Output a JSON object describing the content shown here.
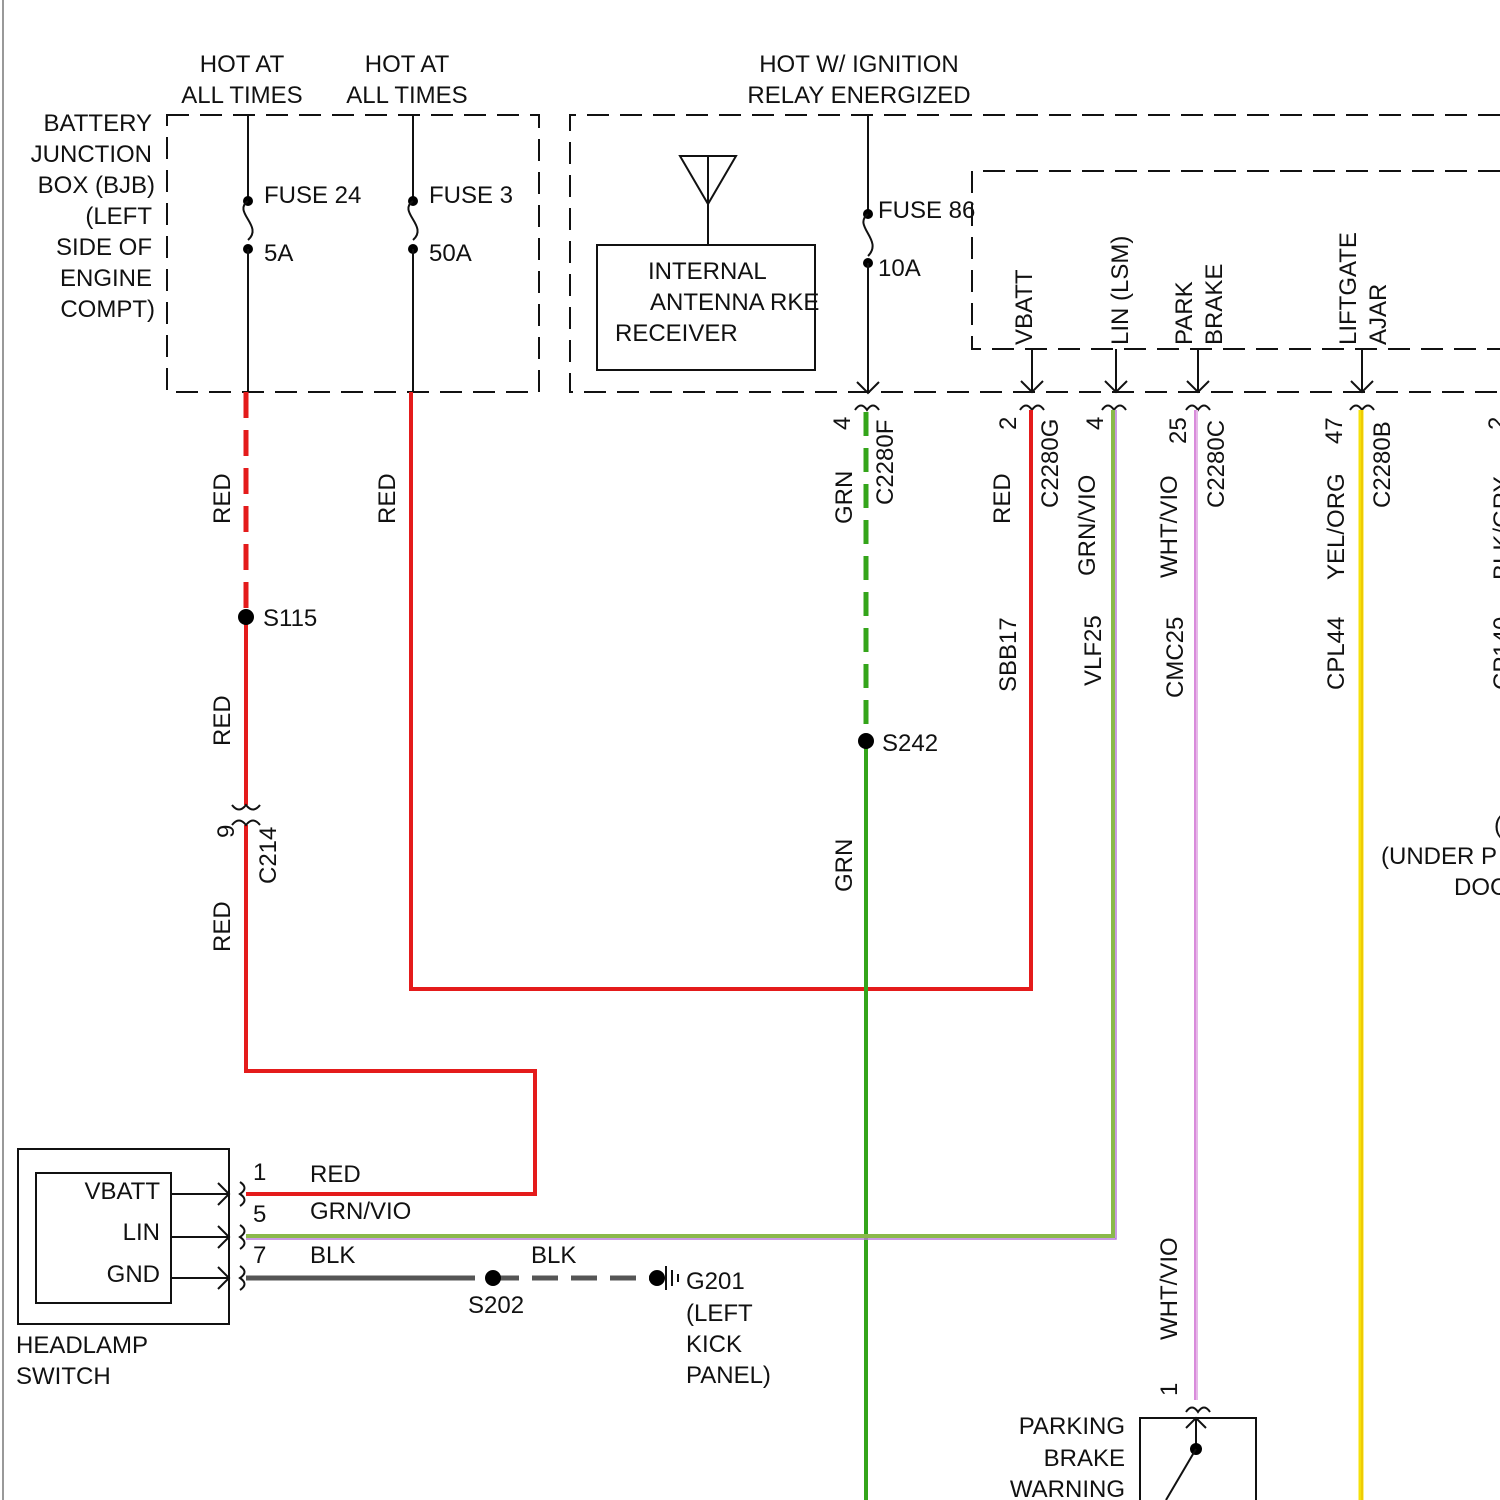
{
  "labels": {
    "hot_at_all_times_1": [
      "HOT AT",
      "ALL TIMES"
    ],
    "hot_at_all_times_2": [
      "HOT AT",
      "ALL TIMES"
    ],
    "hot_w_ignition": [
      "HOT W/ IGNITION",
      "RELAY ENERGIZED"
    ],
    "bjb": [
      "BATTERY",
      "JUNCTION",
      "BOX (BJB)",
      "(LEFT",
      "SIDE OF",
      "ENGINE",
      "COMPT)"
    ],
    "fuse24": "FUSE 24",
    "fuse24_rating": "5A",
    "fuse3": "FUSE 3",
    "fuse3_rating": "50A",
    "fuse86": "FUSE 86",
    "fuse86_rating": "10A",
    "receiver": [
      "INTERNAL",
      "ANTENNA RKE",
      "RECEIVER"
    ],
    "pin_vbatt": "VBATT",
    "pin_lin_lsm": "LIN (LSM)",
    "pin_park_brake": [
      "PARK",
      "BRAKE"
    ],
    "pin_liftgate": [
      "LIFTGATE",
      "AJAR"
    ]
  },
  "connectors": {
    "c2280f": {
      "name": "C2280F",
      "pin": "4"
    },
    "c2280g": {
      "name": "C2280G",
      "pin_a": "2",
      "pin_b": "4"
    },
    "c2280c": {
      "name": "C2280C",
      "pin": "25"
    },
    "c2280b": {
      "name": "C2280B",
      "pin": "47"
    },
    "c214": {
      "name": "C214",
      "pin": "9"
    },
    "edge_pin": "2"
  },
  "wires": {
    "red": "RED",
    "grn": "GRN",
    "grn_vio": "GRN/VIO",
    "wht_vio": "WHT/VIO",
    "yel_org": "YEL/ORG",
    "blk": "BLK",
    "blk_gry_partial": "BLK/GRY",
    "circuit_sbb17": "SBB17",
    "circuit_vlf25": "VLF25",
    "circuit_cmc25": "CMC25",
    "circuit_cpl44": "CPL44",
    "circuit_cpl_partial": "CP140"
  },
  "splices": {
    "s115": "S115",
    "s242": "S242",
    "s202": "S202"
  },
  "ground": {
    "name": "G201",
    "location": [
      "(LEFT",
      "KICK",
      "PANEL)"
    ]
  },
  "headlamp_switch": {
    "pins": [
      "VBATT",
      "LIN",
      "GND"
    ],
    "pin_numbers": [
      "1",
      "5",
      "7"
    ],
    "wire_labels": [
      "RED",
      "GRN/VIO",
      "BLK"
    ],
    "title": [
      "HEADLAMP",
      "SWITCH"
    ]
  },
  "parking_brake": {
    "title": [
      "PARKING",
      "BRAKE",
      "WARNING"
    ],
    "pin": "1"
  },
  "right_edge": {
    "text1": "(UNDER P",
    "text2": "DOC",
    "text0": "("
  },
  "colors": {
    "red": "#e41b1b",
    "green": "#34a51a",
    "grn_vio_stripe": "#b67ad8",
    "wht_vio": "#d98bdb",
    "yellow": "#f5e10a",
    "black": "#555555"
  }
}
